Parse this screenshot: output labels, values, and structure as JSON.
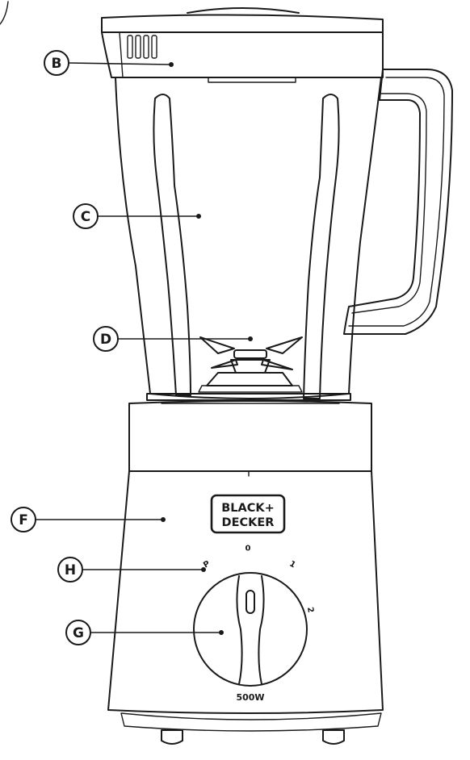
{
  "callouts": {
    "b": "B",
    "c": "C",
    "d": "D",
    "f": "F",
    "h": "H",
    "g": "G"
  },
  "brand": {
    "line1": "BLACK+",
    "line2": "DECKER"
  },
  "dial": {
    "pulse": "P",
    "off": "0",
    "speed1": "1",
    "speed2": "2"
  },
  "power_rating": "500W"
}
